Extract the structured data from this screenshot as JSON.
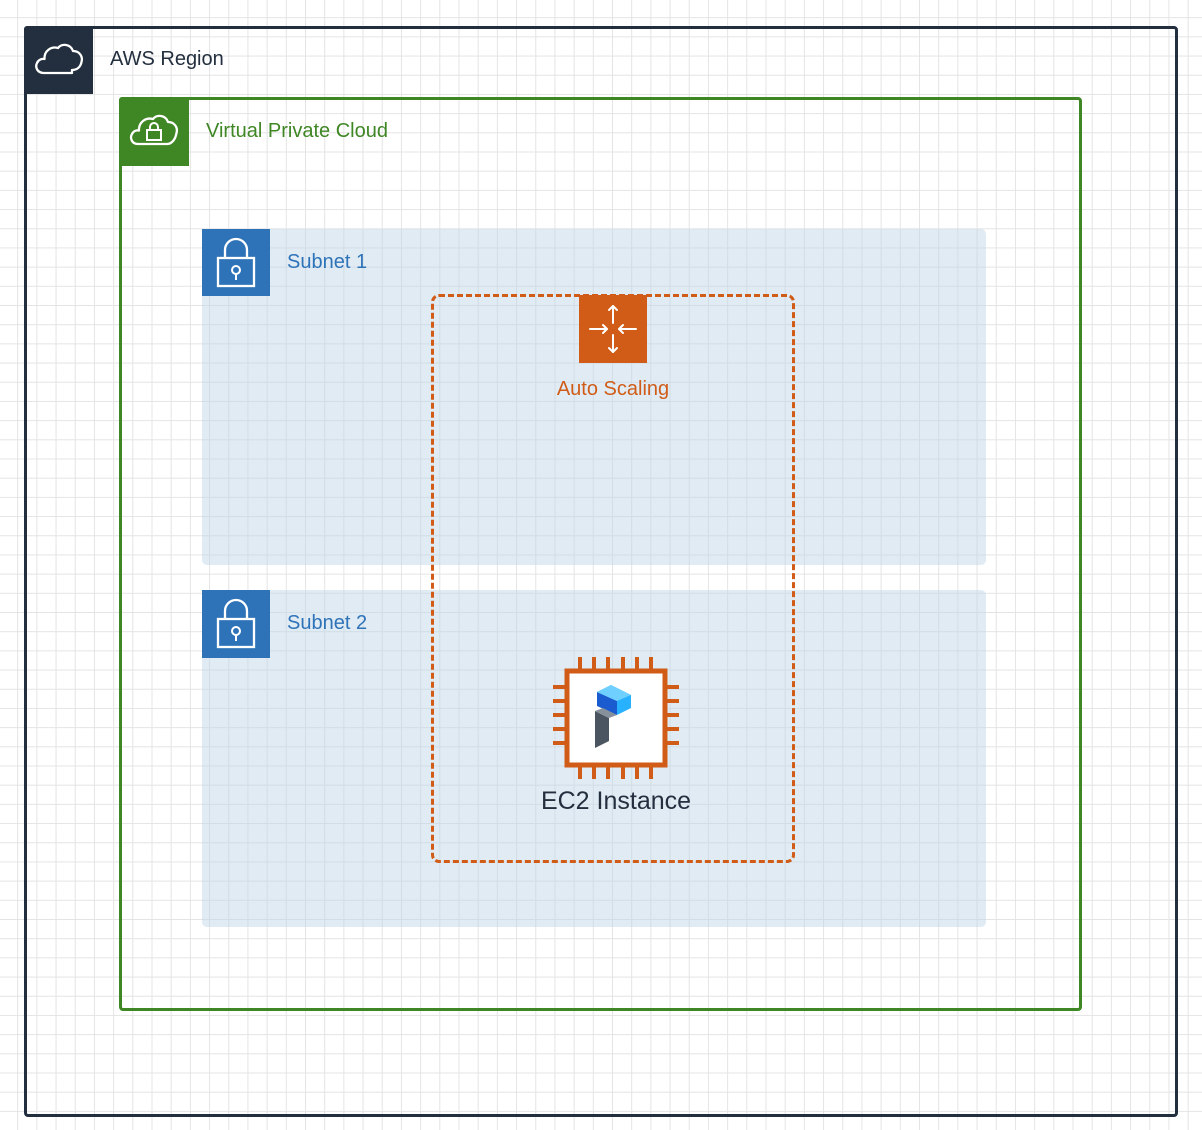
{
  "region": {
    "label": "AWS Region",
    "icon": "cloud-icon",
    "color": "#232f3e"
  },
  "vpc": {
    "label": "Virtual Private Cloud",
    "icon": "cloud-lock-icon",
    "color": "#3f8624"
  },
  "subnets": [
    {
      "label": "Subnet 1",
      "icon": "padlock-icon",
      "color": "#2e73b8",
      "fill": "#dfe9f2"
    },
    {
      "label": "Subnet 2",
      "icon": "padlock-icon",
      "color": "#2e73b8",
      "fill": "#dfe9f2"
    }
  ],
  "auto_scaling": {
    "label": "Auto Scaling",
    "icon": "auto-scaling-arrows-icon",
    "color": "#d05c17"
  },
  "ec2": {
    "label": "EC2 Instance",
    "icon": "chip-icon",
    "inner_logo": "prefect-logo",
    "color": "#d05c17"
  }
}
